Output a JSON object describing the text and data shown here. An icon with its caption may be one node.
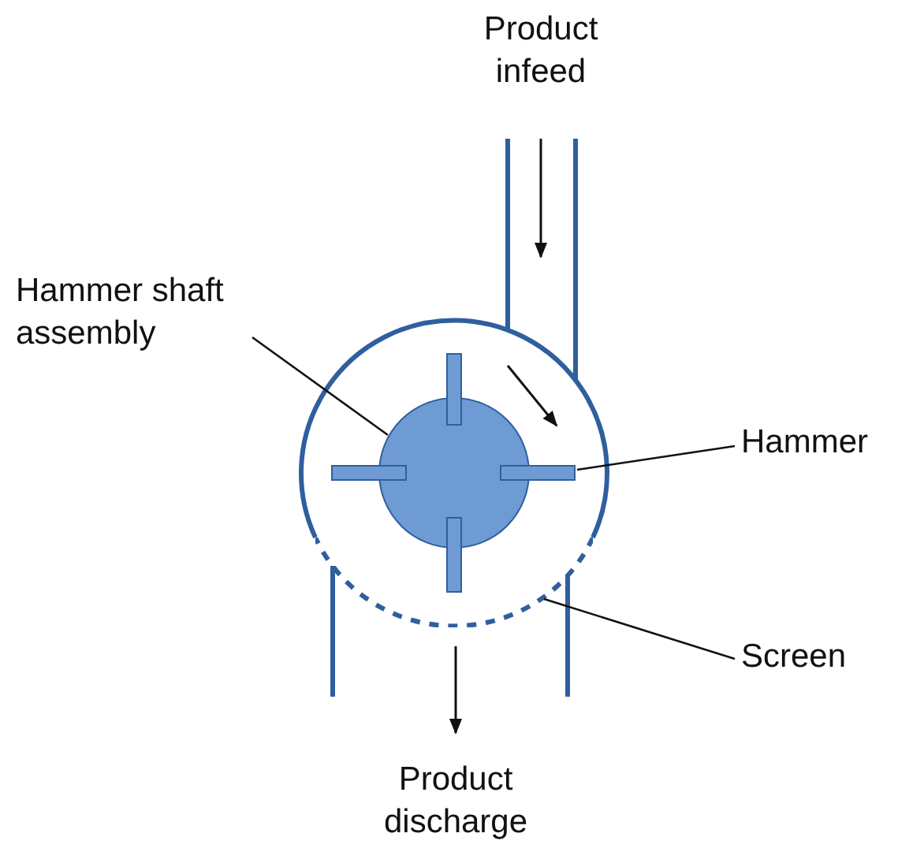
{
  "diagram": {
    "nodes": [
      {
        "text": [
          "Hammer shaft assembly"
        ]
      },
      {
        "text": [],
        "shape": "circle"
      },
      {
        "text": [
          "Hammer"
        ]
      },
      {
        "text": [],
        "shape": "bar"
      },
      {
        "text": [
          "Screen"
        ]
      },
      {
        "text": [],
        "shape": "arc"
      }
    ],
    "edges": [
      {
        "from": 0,
        "to": 1,
        "arrow": "none"
      },
      {
        "from": 2,
        "to": 3,
        "arrow": "none"
      },
      {
        "from": 4,
        "to": 5,
        "arrow": "none"
      }
    ],
    "labels": [
      "Product infeed",
      "Product discharge"
    ]
  }
}
